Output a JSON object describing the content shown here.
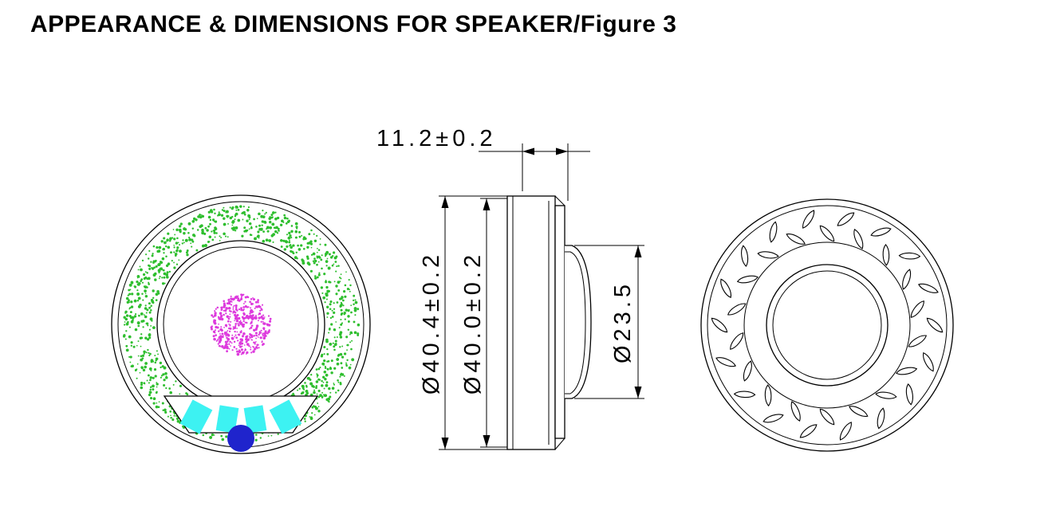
{
  "title": "APPEARANCE & DIMENSIONS FOR SPEAKER/Figure 3",
  "dimensions": {
    "depth": "11.2±0.2",
    "outer_diameter": "Ø40.4±0.2",
    "body_diameter": "Ø40.0±0.2",
    "dome_diameter": "Ø23.5"
  },
  "colors": {
    "line": "#000000",
    "foam_speckle": "#2ebe2e",
    "dust_cap_speckle": "#dd3add",
    "terminal_pad": "#3df2f2",
    "solder_terminal": "#1f24cc"
  }
}
